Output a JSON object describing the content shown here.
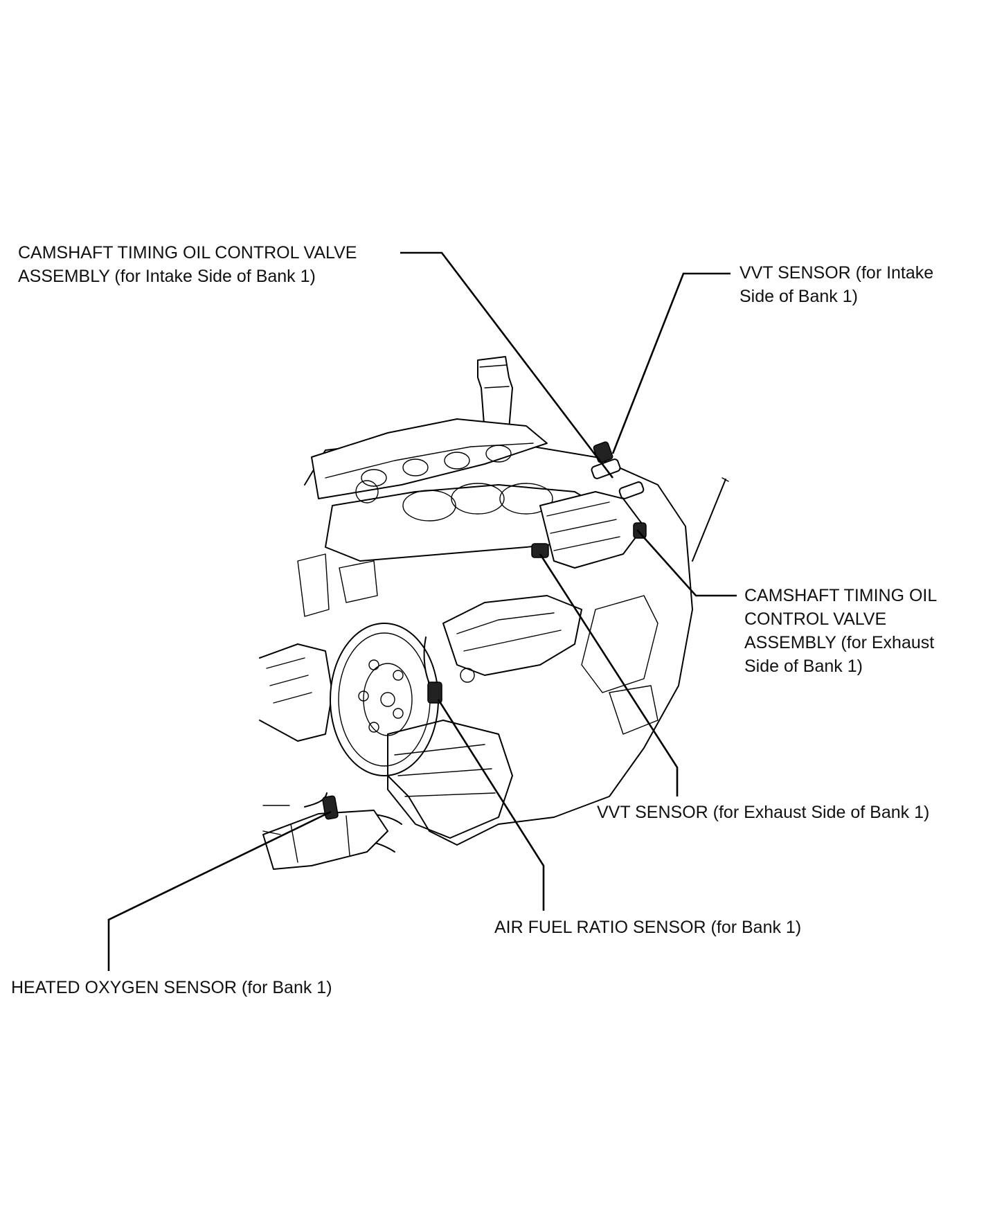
{
  "labels": {
    "ocv_intake": [
      "CAMSHAFT TIMING OIL CONTROL VALVE",
      "ASSEMBLY (for Intake Side of Bank 1)"
    ],
    "vvt_intake": [
      "VVT SENSOR (for Intake",
      "Side of Bank 1)"
    ],
    "ocv_exhaust": [
      "CAMSHAFT TIMING OIL",
      "CONTROL VALVE",
      "ASSEMBLY (for Exhaust",
      "Side of Bank 1)"
    ],
    "vvt_exhaust": [
      "VVT SENSOR (for Exhaust Side of Bank 1)"
    ],
    "af_sensor": [
      "AIR FUEL RATIO SENSOR (for Bank 1)"
    ],
    "ho2_sensor": [
      "HEATED OXYGEN SENSOR (for Bank 1)"
    ]
  }
}
